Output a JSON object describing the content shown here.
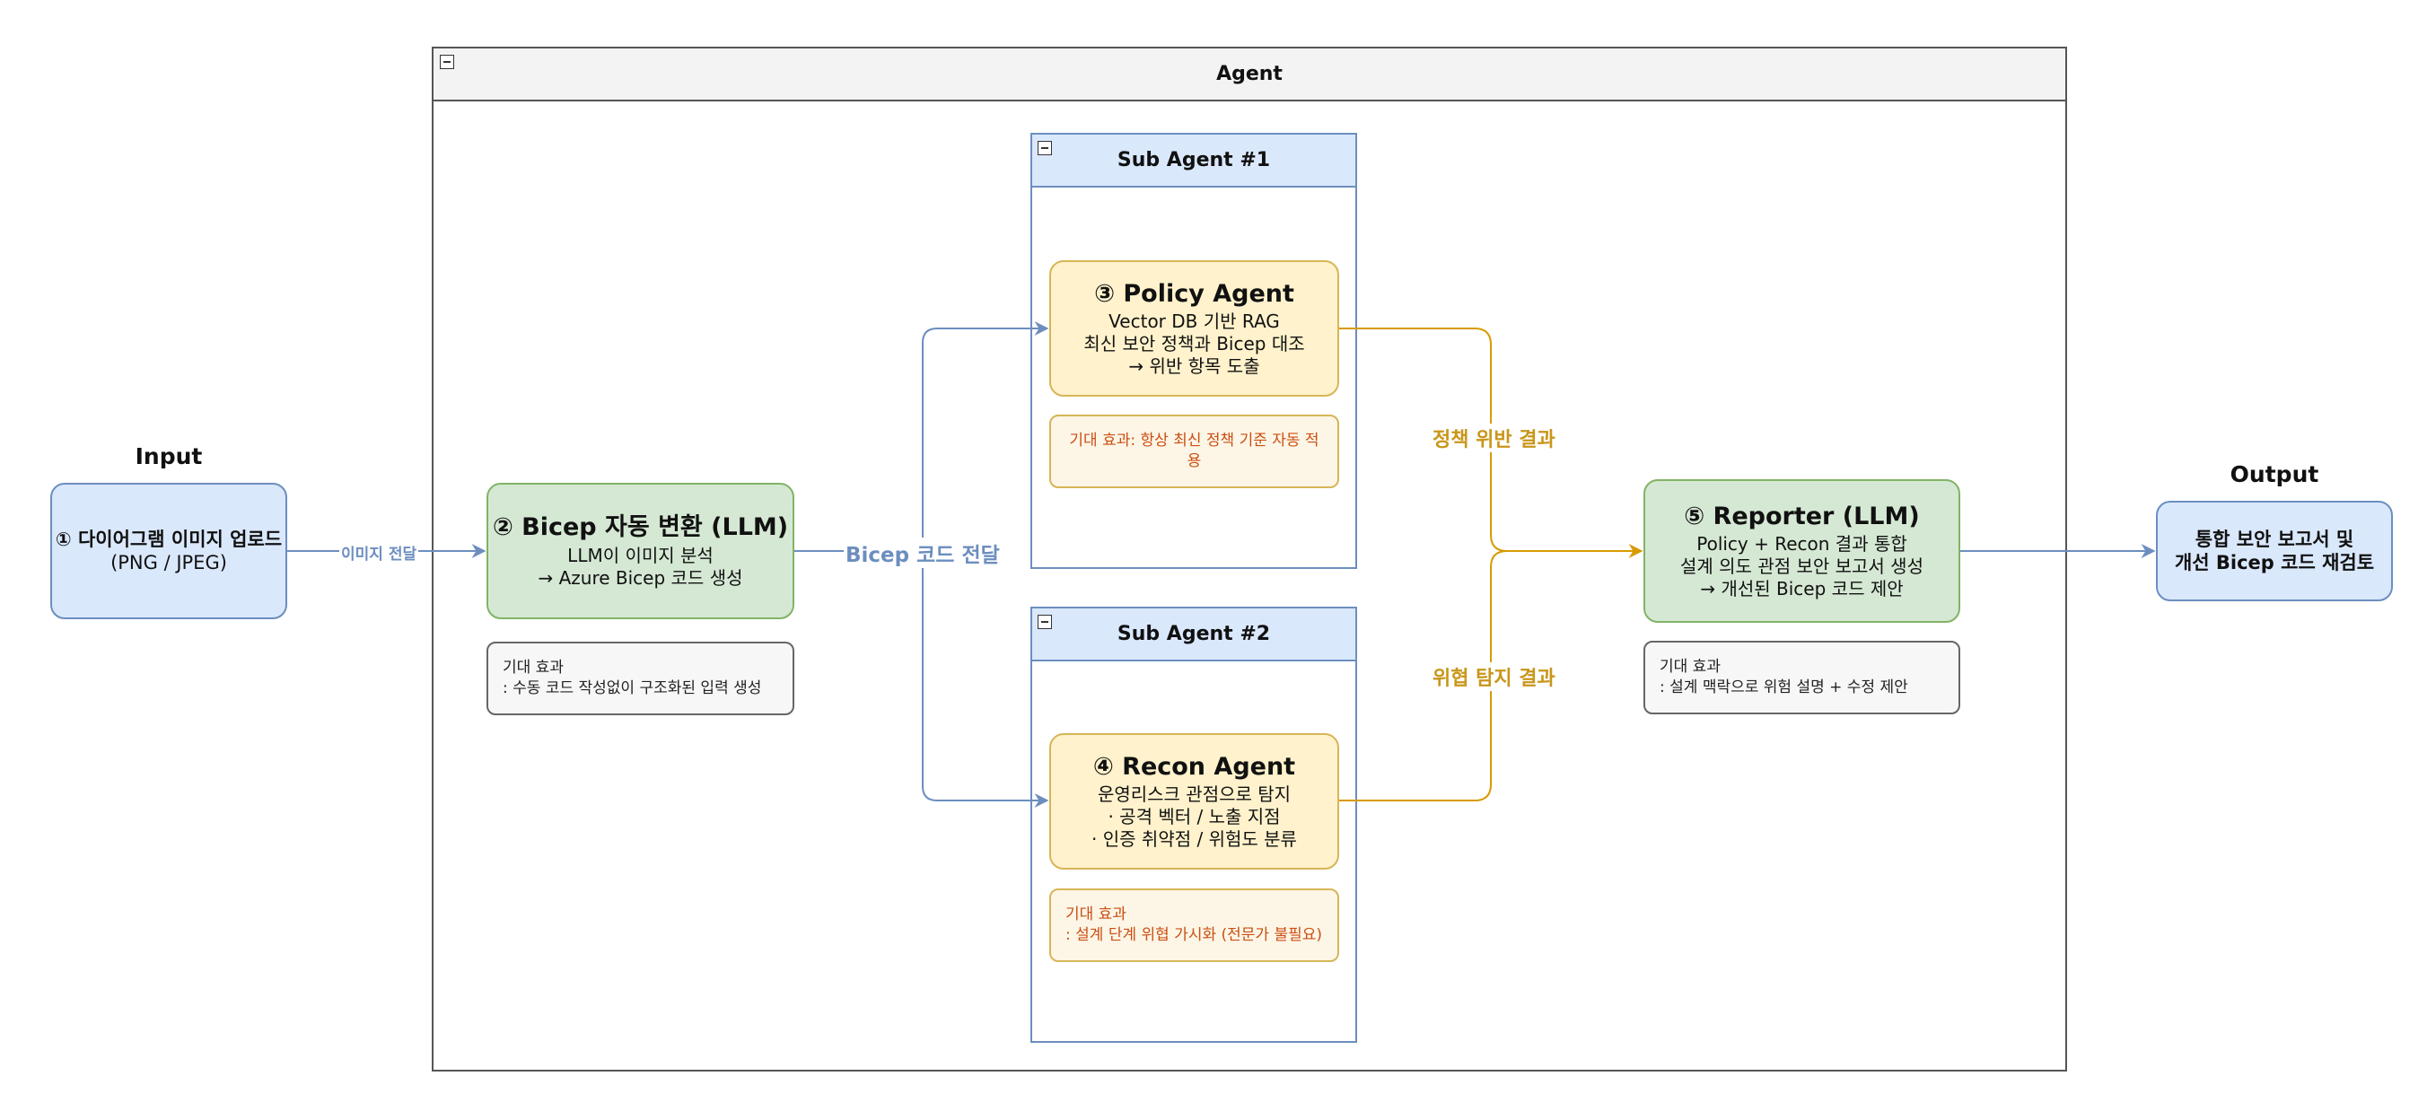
{
  "input": {
    "heading": "Input",
    "line1": "① 다이어그램 이미지 업로드",
    "line2": "(PNG / JPEG)"
  },
  "output": {
    "heading": "Output",
    "line1": "통합 보안 보고서 및",
    "line2": "개선 Bicep 코드 재검토"
  },
  "agent": {
    "title": "Agent"
  },
  "bicep": {
    "title": "② Bicep 자동 변환 (LLM)",
    "line1": "LLM이 이미지 분석",
    "line2": "→ Azure Bicep 코드 생성",
    "note_line1": "기대 효과",
    "note_line2": ": 수동 코드 작성없이 구조화된 입력 생성"
  },
  "sub1": {
    "title": "Sub Agent #1",
    "agent_title": "③ Policy Agent",
    "line1": "Vector DB 기반 RAG",
    "line2": "최신 보안 정책과 Bicep 대조",
    "line3": "→ 위반 항목 도출",
    "note": "기대 효과: 항상 최신 정책 기준 자동 적용"
  },
  "sub2": {
    "title": "Sub Agent #2",
    "agent_title": "④ Recon Agent",
    "line1": "운영리스크 관점으로 탐지",
    "line2": "· 공격 벡터 / 노출 지점",
    "line3": "· 인증 취약점 / 위험도 분류",
    "note_line1": "기대 효과",
    "note_line2": ": 설계 단계 위협 가시화 (전문가 불필요)"
  },
  "reporter": {
    "title": "⑤ Reporter (LLM)",
    "line1": "Policy + Recon 결과 통합",
    "line2": "설계 의도 관점 보안 보고서 생성",
    "line3": "→ 개선된 Bicep 코드 제안",
    "note_line1": "기대 효과",
    "note_line2": ": 설계 맥락으로 위험 설명 + 수정 제안"
  },
  "edges": {
    "image_pass": "이미지 전달",
    "bicep_pass": "Bicep 코드 전달",
    "policy_result": "정책 위반 결과",
    "threat_result": "위협 탐지 결과"
  },
  "colors": {
    "blue_stroke": "#6c8ebf",
    "gold_stroke": "#d79b00",
    "blue_fill": "#dae8fc",
    "green_fill": "#d5e8d4",
    "yellow_fill": "#fff2cc"
  }
}
